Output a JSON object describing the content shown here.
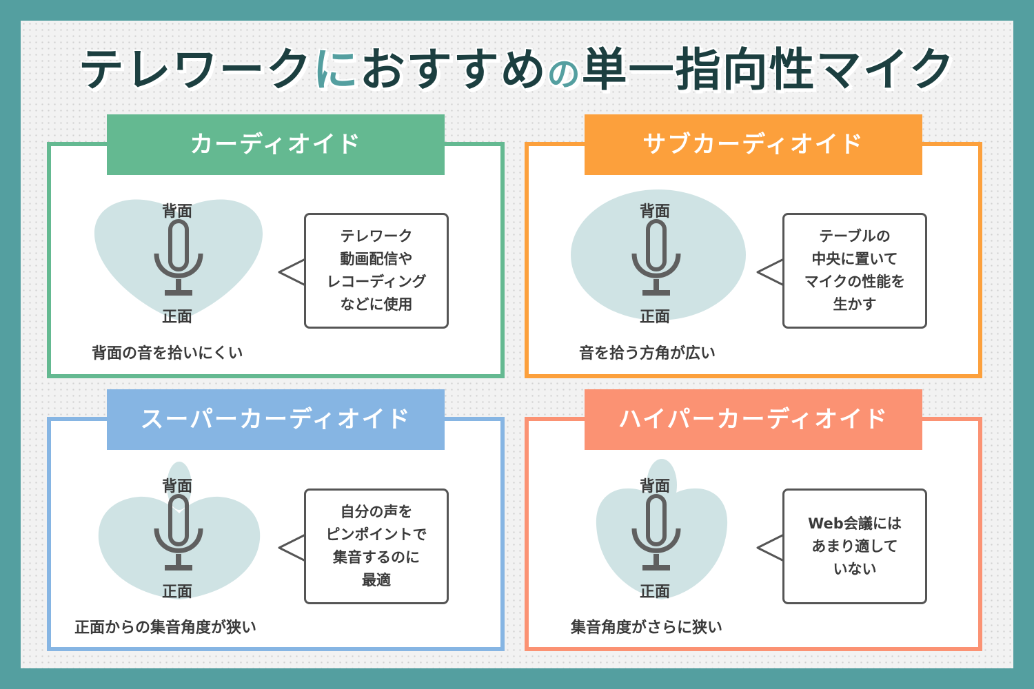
{
  "title": {
    "part1": "テレワーク",
    "part2": "に",
    "part3": "おすすめ",
    "part4": "の",
    "part5": "単一指向性マイク"
  },
  "colors": {
    "frame": "#549fa0",
    "title": "#1c3f40",
    "cardioid": "#64b991",
    "subcardioid": "#fca03c",
    "supercardioid": "#86b5e3",
    "hypercardioid": "#fb9273",
    "pattern": "#cfe3e4",
    "mic": "#5f5f5f"
  },
  "cards": [
    {
      "id": "cardioid",
      "title": "カーディオイド",
      "back_label": "背面",
      "front_label": "正面",
      "caption": "背面の音を拾いにくい",
      "bubble": "テレワーク\n動画配信や\nレコーディング\nなどに使用",
      "icon": "microphone-icon"
    },
    {
      "id": "subcardioid",
      "title": "サブカーディオイド",
      "back_label": "背面",
      "front_label": "正面",
      "caption": "音を拾う方角が広い",
      "bubble": "テーブルの\n中央に置いて\nマイクの性能を\n生かす",
      "icon": "microphone-icon"
    },
    {
      "id": "supercardioid",
      "title": "スーパーカーディオイド",
      "back_label": "背面",
      "front_label": "正面",
      "caption": "正面からの集音角度が狭い",
      "bubble": "自分の声を\nピンポイントで\n集音するのに\n最適",
      "icon": "microphone-icon"
    },
    {
      "id": "hypercardioid",
      "title": "ハイパーカーディオイド",
      "back_label": "背面",
      "front_label": "正面",
      "caption": "集音角度がさらに狭い",
      "bubble": "Web会議には\nあまり適して\nいない",
      "icon": "microphone-icon"
    }
  ]
}
